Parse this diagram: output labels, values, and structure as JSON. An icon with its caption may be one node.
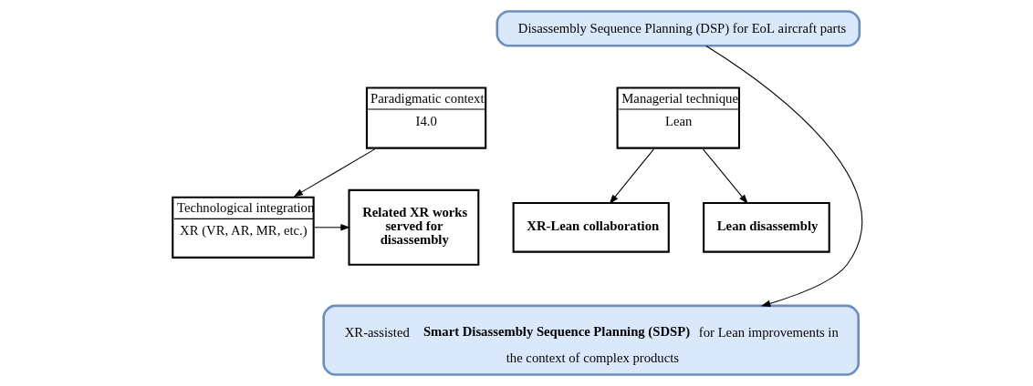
{
  "diagram": {
    "nodes": [
      {
        "text": [
          "Disassembly Sequence Planning (DSP) for EoL aircraft parts"
        ]
      },
      {
        "text": [
          "Paradigmatic context",
          "I4.0"
        ]
      },
      {
        "text": [
          "Technological integration",
          "XR (VR, AR, MR, etc.)"
        ]
      },
      {
        "text": [
          "Related XR works served for disassembly"
        ]
      },
      {
        "text": [
          "Managerial technique",
          "Lean"
        ]
      },
      {
        "text": [
          "XR-Lean collaboration"
        ]
      },
      {
        "text": [
          "Lean disassembly"
        ]
      },
      {
        "text": [
          "XR-assisted **Smart Disassembly Sequence Planning (SDSP)** for Lean improvements in the context of complex products"
        ]
      }
    ],
    "edges": [
      {
        "from": 0,
        "to": 7,
        "arrow": "to"
      },
      {
        "from": 1,
        "to": 2,
        "arrow": "to"
      },
      {
        "from": 2,
        "to": 3,
        "arrow": "to"
      },
      {
        "from": 4,
        "to": 5,
        "arrow": "to"
      },
      {
        "from": 4,
        "to": 6,
        "arrow": "to"
      }
    ]
  }
}
